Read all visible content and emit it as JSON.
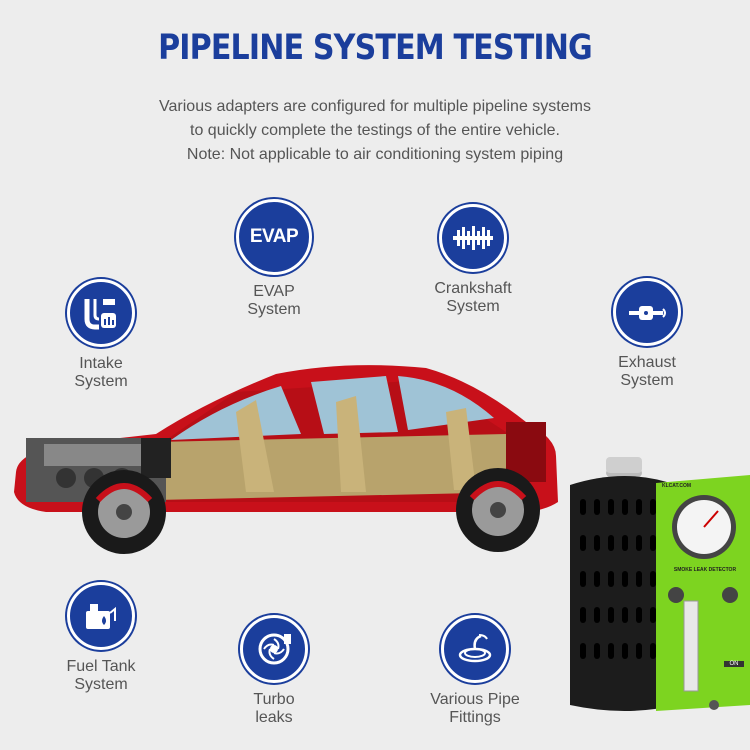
{
  "title": "PIPELINE SYSTEM TESTING",
  "description": [
    "Various adapters are configured for multiple pipeline systems",
    "to quickly complete the testings of the entire vehicle.",
    "Note: Not applicable to air conditioning system piping"
  ],
  "features": {
    "evap": {
      "icon_text": "EVAP",
      "line1": "EVAP",
      "line2": "System",
      "icon": "evap-icon"
    },
    "crankshaft": {
      "line1": "Crankshaft",
      "line2": "System",
      "icon": "crankshaft-icon"
    },
    "intake": {
      "line1": "Intake",
      "line2": "System",
      "icon": "intake-pipe-icon"
    },
    "exhaust": {
      "line1": "Exhaust",
      "line2": "System",
      "icon": "exhaust-pipe-icon"
    },
    "fuel": {
      "line1": "Fuel Tank",
      "line2": "System",
      "icon": "fuel-tank-icon"
    },
    "turbo": {
      "line1": "Turbo",
      "line2": "leaks",
      "icon": "turbo-icon"
    },
    "pipes": {
      "line1": "Various Pipe",
      "line2": "Fittings",
      "icon": "pipe-fittings-icon"
    }
  },
  "device": {
    "brand": "KLCAT.COM",
    "panel_label": "SMOKE LEAK DETECTOR",
    "on_label": "ON"
  },
  "colors": {
    "brand_blue": "#1b3e9c",
    "car_red": "#c8101a",
    "device_green": "#7dd420",
    "background": "#ededed"
  }
}
